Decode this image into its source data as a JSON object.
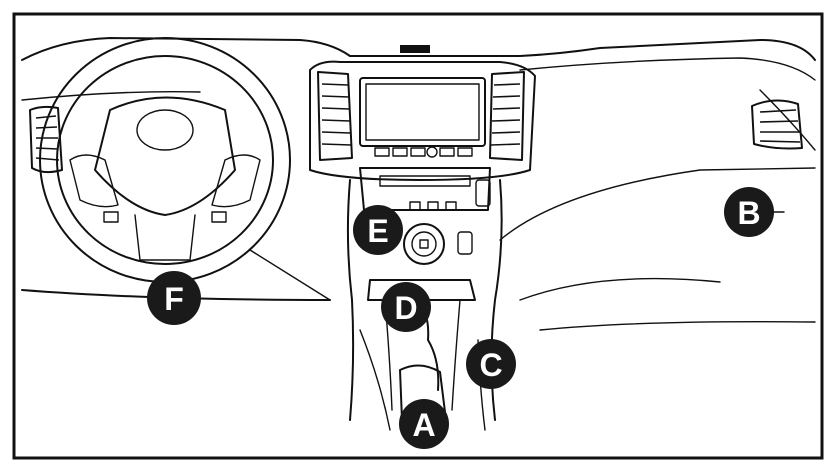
{
  "callouts": [
    {
      "id": "A",
      "label": "A"
    },
    {
      "id": "B",
      "label": "B"
    },
    {
      "id": "C",
      "label": "C"
    },
    {
      "id": "D",
      "label": "D"
    },
    {
      "id": "E",
      "label": "E"
    },
    {
      "id": "F",
      "label": "F"
    }
  ],
  "colors": {
    "line": "#111111",
    "callout_fill": "#1a1a1a",
    "callout_text": "#ffffff",
    "background": "#ffffff"
  }
}
